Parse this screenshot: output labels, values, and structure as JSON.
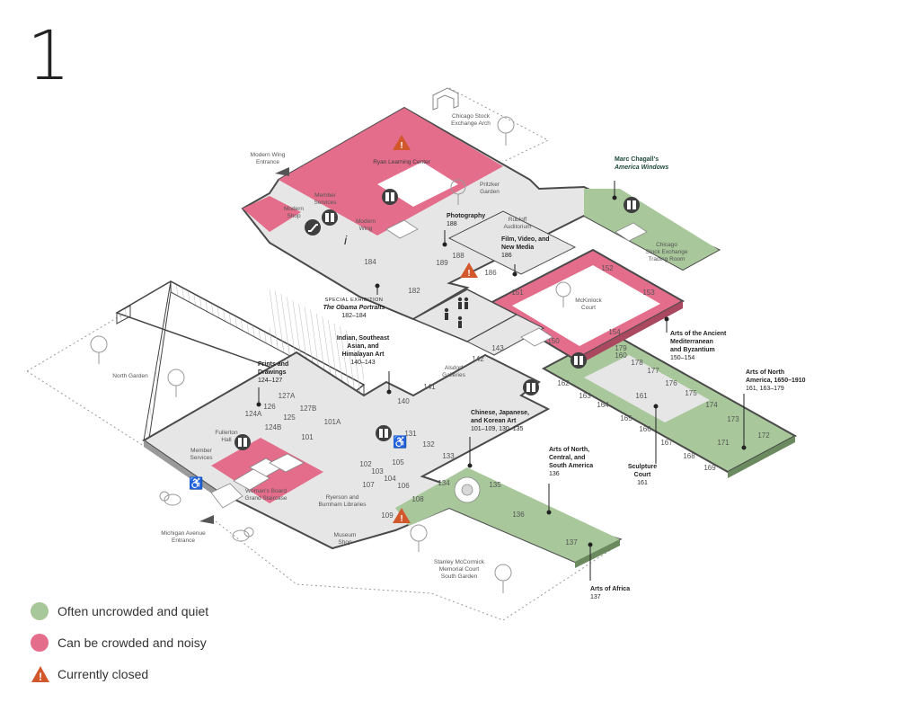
{
  "floor_number": "1",
  "colors": {
    "quiet": "#a8c79a",
    "crowded": "#e36d8a",
    "closed": "#d2572b",
    "floor": "#e6e6e6",
    "wall": "#555555",
    "icon": "#3f3f3f"
  },
  "legend": [
    {
      "key": "quiet",
      "label": "Often uncrowded and quiet"
    },
    {
      "key": "crowded",
      "label": "Can be crowded and noisy"
    },
    {
      "key": "closed",
      "label": "Currently closed"
    }
  ],
  "labels": {
    "modern_wing_entrance": [
      "Modern Wing",
      "Entrance"
    ],
    "chicago_stock_arch": [
      "Chicago Stock",
      "Exchange Arch"
    ],
    "ryan_learning_center": "Ryan Learning Center",
    "pritzker_garden": [
      "Pritzker",
      "Garden"
    ],
    "member_services_top": [
      "Member",
      "Services"
    ],
    "modern_shop": [
      "Modern",
      "Shop"
    ],
    "modern_wing": [
      "Modern",
      "Wing"
    ],
    "rubloff": [
      "Rubloff",
      "Auditorium"
    ],
    "photography": [
      "Photography",
      "188"
    ],
    "film_video": [
      "Film, Video, and",
      "New Media",
      "186"
    ],
    "chagall": [
      "Marc Chagall's",
      "America Windows"
    ],
    "stock_trading_room": [
      "Chicago",
      "Stock Exchange",
      "Trading Room"
    ],
    "mckinlock": [
      "McKinlock",
      "Court"
    ],
    "special_exhibition": [
      "SPECIAL EXHIBITION",
      "The Obama Portraits",
      "182–184"
    ],
    "indian_se_asian": [
      "Indian, Southeast",
      "Asian, and",
      "Himalayan Art",
      "140–143"
    ],
    "alsdorf": [
      "Alsdorf",
      "Galleries"
    ],
    "ancient_med": [
      "Arts of the Ancient",
      "Mediterranean",
      "and Byzantium",
      "150–154"
    ],
    "arts_na_1650": [
      "Arts of North",
      "America, 1650–1910",
      "161, 163–179"
    ],
    "north_garden": "North Garden",
    "prints_drawings": [
      "Prints and",
      "Drawings",
      "124–127"
    ],
    "fullerton_hall": [
      "Fullerton",
      "Hall"
    ],
    "member_services_bottom": [
      "Member",
      "Services"
    ],
    "womans_board": [
      "Woman's Board",
      "Grand Staircase"
    ],
    "ryerson": [
      "Ryerson and",
      "Burnham Libraries"
    ],
    "museum_shop": [
      "Museum",
      "Shop"
    ],
    "chinese_japanese": [
      "Chinese, Japanese,",
      "and Korean Art",
      "101–109, 130–135"
    ],
    "arts_central_south": [
      "Arts of North,",
      "Central, and",
      "South America",
      "136"
    ],
    "sculpture_court": [
      "Sculpture",
      "Court",
      "161"
    ],
    "michigan_ave": [
      "Michigan Avenue",
      "Entrance"
    ],
    "stanley_mccormick": [
      "Stanley McCormick",
      "Memorial Court",
      "South Garden"
    ],
    "arts_africa": [
      "Arts of Africa",
      "137"
    ]
  },
  "rooms": [
    "184",
    "189",
    "188",
    "186",
    "182",
    "152",
    "151",
    "153",
    "154",
    "150",
    "143",
    "142",
    "141",
    "140",
    "179",
    "160",
    "178",
    "177",
    "176",
    "175",
    "174",
    "173",
    "172",
    "162",
    "163",
    "164",
    "161",
    "165",
    "166",
    "167",
    "171",
    "168",
    "169",
    "127A",
    "126",
    "127B",
    "124A",
    "125",
    "124B",
    "101A",
    "101",
    "131",
    "132",
    "133",
    "102",
    "105",
    "103",
    "104",
    "106",
    "107",
    "134",
    "135",
    "108",
    "109",
    "136",
    "137"
  ],
  "icons": [
    "elevator-icon",
    "elevator-icon",
    "elevator-icon",
    "elevator-icon",
    "elevator-icon",
    "elevator-icon",
    "escalator-icon",
    "accessibility-icon",
    "accessibility-icon",
    "info-icon",
    "restroom-icon",
    "closed-warning-icon"
  ]
}
